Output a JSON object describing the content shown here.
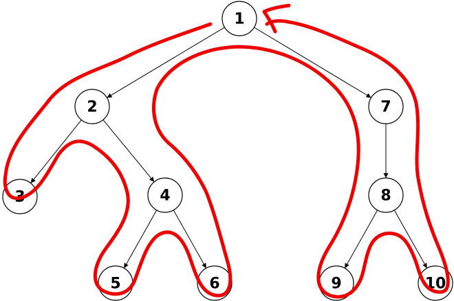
{
  "tree": {
    "nodes": [
      {
        "id": "1",
        "label": "1"
      },
      {
        "id": "2",
        "label": "2"
      },
      {
        "id": "3",
        "label": "3"
      },
      {
        "id": "4",
        "label": "4"
      },
      {
        "id": "5",
        "label": "5"
      },
      {
        "id": "6",
        "label": "6"
      },
      {
        "id": "7",
        "label": "7"
      },
      {
        "id": "8",
        "label": "8"
      },
      {
        "id": "9",
        "label": "9"
      },
      {
        "id": "10",
        "label": "10"
      }
    ],
    "edges": [
      {
        "from": "1",
        "to": "2"
      },
      {
        "from": "1",
        "to": "7"
      },
      {
        "from": "2",
        "to": "3"
      },
      {
        "from": "2",
        "to": "4"
      },
      {
        "from": "4",
        "to": "5"
      },
      {
        "from": "4",
        "to": "6"
      },
      {
        "from": "7",
        "to": "8"
      },
      {
        "from": "8",
        "to": "9"
      },
      {
        "from": "8",
        "to": "10"
      }
    ]
  },
  "traversal_annotation": {
    "color": "#ee0000",
    "description_icon": "traversal-arrow-icon"
  },
  "colors": {
    "node_stroke": "#000000",
    "edge": "#000000",
    "background": "#ffffff"
  }
}
